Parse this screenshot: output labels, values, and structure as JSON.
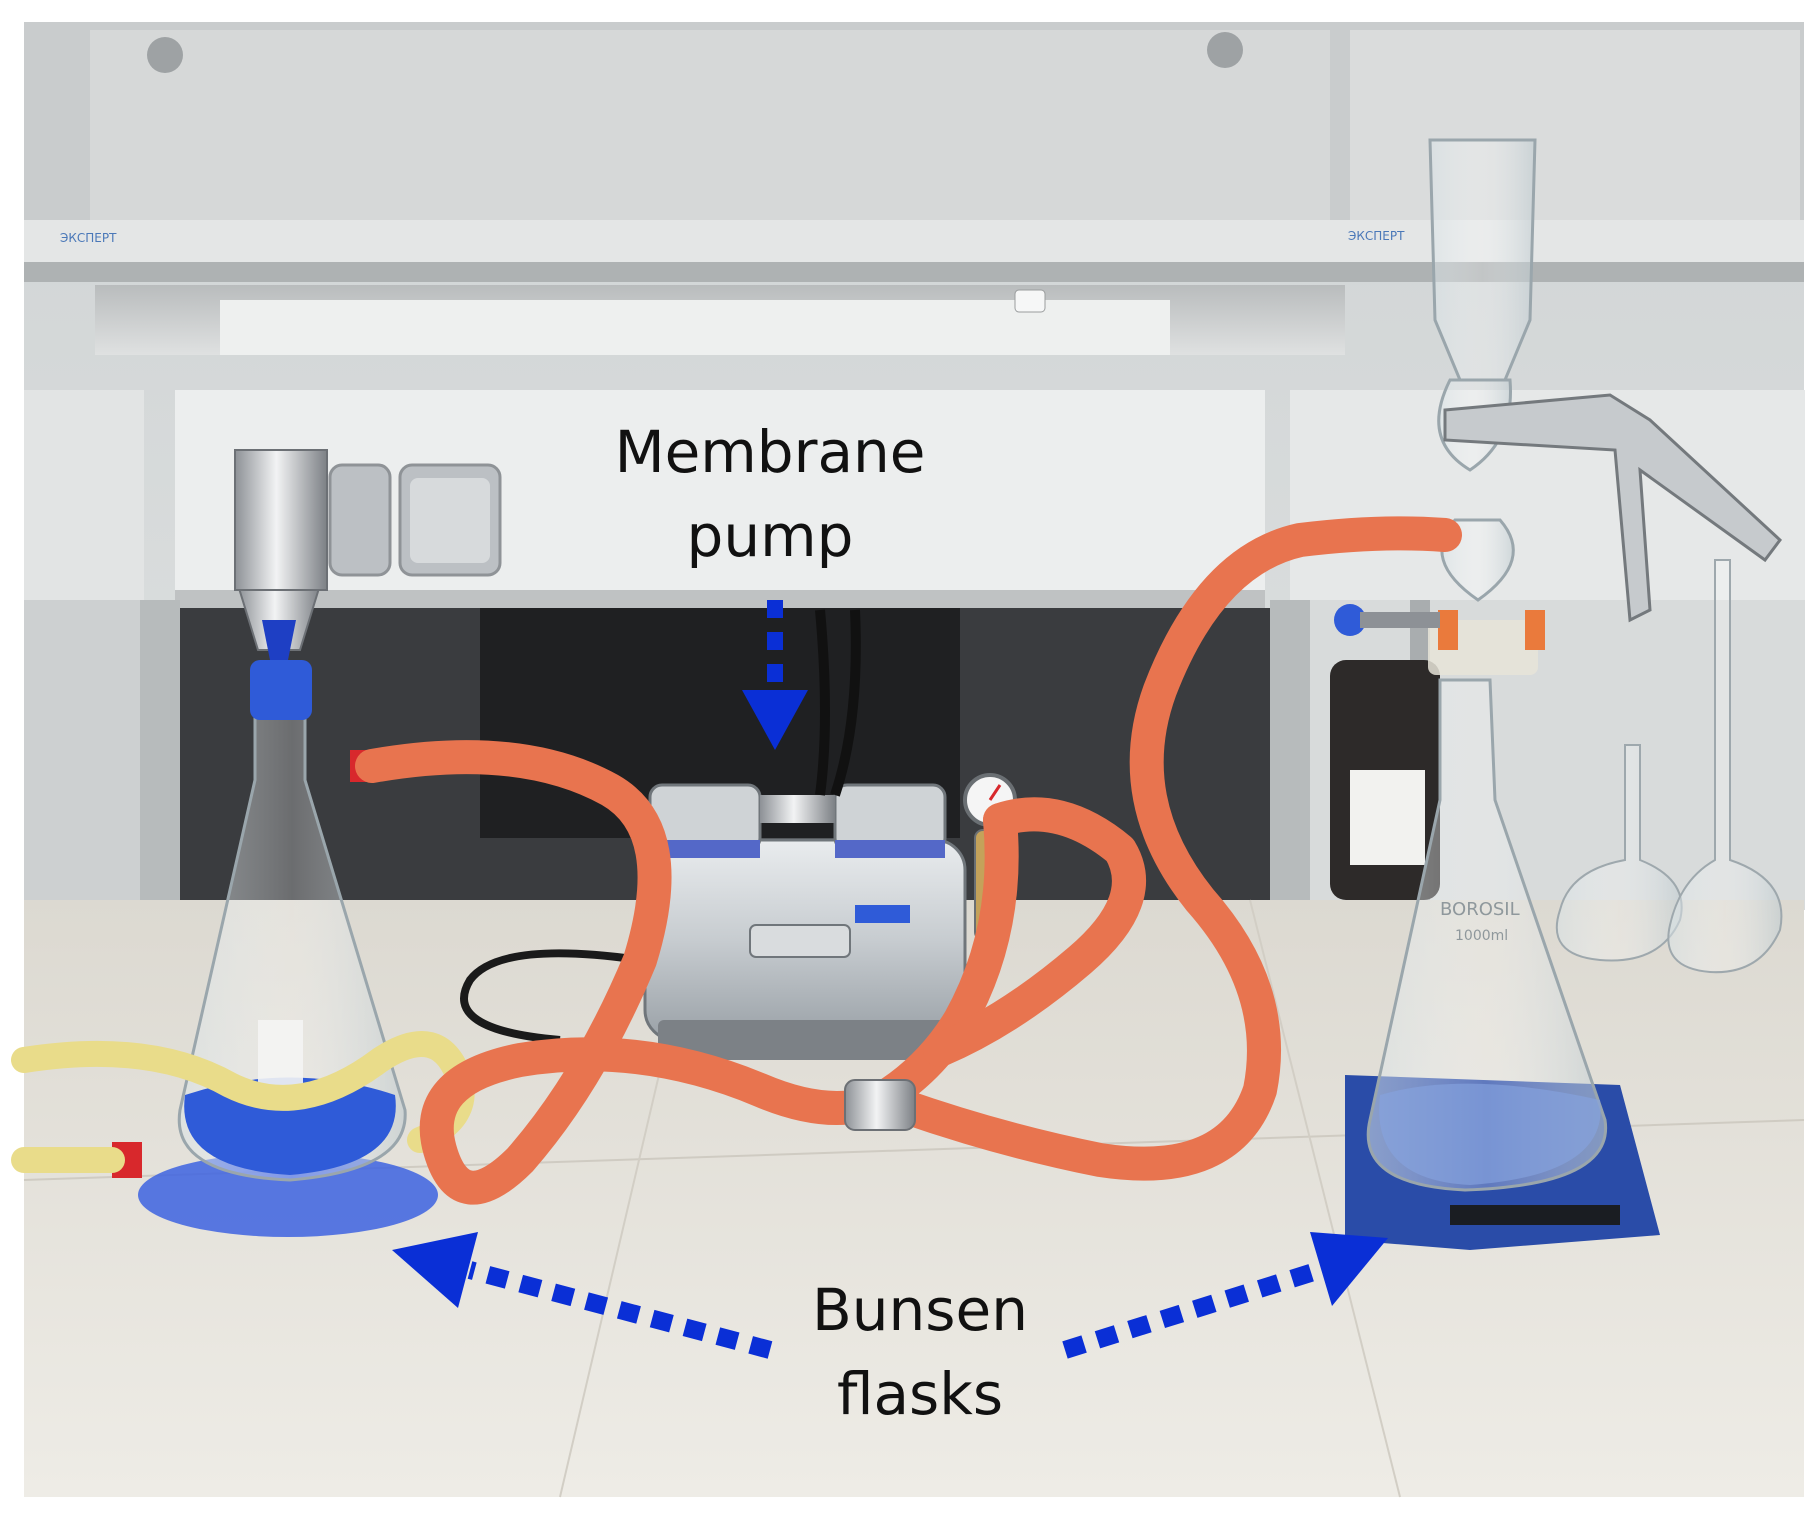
{
  "annotations": {
    "membrane_pump": {
      "line1": "Membrane",
      "line2": "pump"
    },
    "bunsen_flasks": {
      "line1": "Bunsen",
      "line2": "flasks"
    }
  },
  "equipment_labels": {
    "left_cabinet": "ЭКСПЕРТ",
    "right_cabinet": "ЭКСПЕРТ",
    "flask_brand": "BOROSIL",
    "flask_volume": "1000ml"
  },
  "colors": {
    "arrow": "#0a2fd6",
    "tubing": "#e8744f",
    "flask_base": "#2f5bd8",
    "label_text": "#111111"
  }
}
